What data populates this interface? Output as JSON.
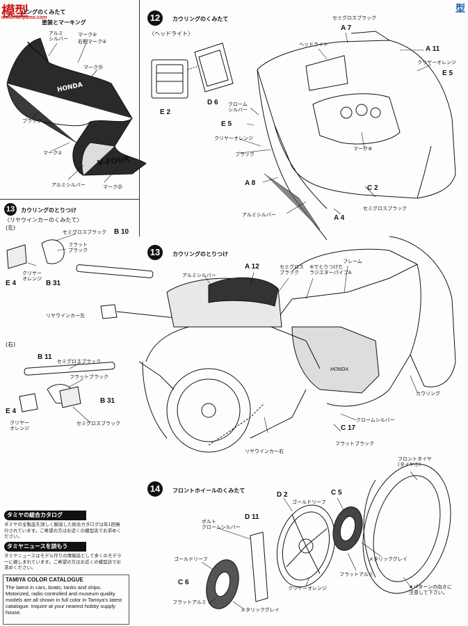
{
  "watermark": {
    "logo": "模型",
    "site": "www.hanyumo.com",
    "right_logo": "型"
  },
  "top_left": {
    "title": "リングのくみたて",
    "subtitle": "塗装とマーキング",
    "labels": {
      "alumi_silver": "アルミ\nシルバー",
      "mark4": "マーク④",
      "right_mark": "右側マーク④",
      "mark19": "マーク⑲",
      "black": "ブラック",
      "mark1": "マーク①",
      "alumi_silver2": "アルミシルバー",
      "mark25": "マーク㉕"
    },
    "fairing_text": {
      "honda": "HONDA",
      "vfour": "V-FOUR"
    }
  },
  "step12": {
    "number": "12",
    "title": "カウリングのくみたて",
    "headlight_title": "〈ヘッドライト〉",
    "labels": {
      "E2": "E 2",
      "D6": "D 6",
      "headlight": "ヘッドライト",
      "semigloss_black": "セミグロスブラック",
      "A7": "A 7",
      "A11": "A 11",
      "clear_orange": "クリヤーオレンジ",
      "E5_right": "E 5",
      "chrome_silver": "クローム\nシルバー",
      "E5_left": "E 5",
      "clear_orange2": "クリヤーオレンジ",
      "black": "ブラック",
      "mark8": "マーク⑧",
      "A8": "A 8",
      "alumi_silver": "アルミシルバー",
      "C2": "C 2",
      "semigloss_black2": "セミグロスブラック",
      "A4": "A 4"
    }
  },
  "step13_small": {
    "number": "13",
    "title": "カウリングのとりつけ",
    "subtitle": "〈リヤウインカーのくみたて〉",
    "left": "(左)",
    "right": "(右)",
    "left_labels": {
      "semigloss_black": "セミグロスブラック",
      "B10": "B 10",
      "flat_black": "フラット\nブラック",
      "clear_orange": "クリヤー\nオレンジ",
      "E4": "E 4",
      "B31": "B 31",
      "rear_winker_left": "リヤウインカー左"
    },
    "right_labels": {
      "B11": "B 11",
      "semigloss_black": "セミグロスブラック",
      "flat_black": "フラットブラック",
      "E4": "E 4",
      "B31": "B 31",
      "clear_orange": "クリヤー\nオレンジ",
      "semigloss_black2": "セミグロスブラック"
    }
  },
  "step13_main": {
    "number": "13",
    "title": "カウリングのとりつけ",
    "labels": {
      "alumi_silver": "アルミシルバー",
      "A12": "A 12",
      "semigloss_black": "セミグロス\nブラック",
      "radiator": "⑨でとりつけた\nラジエターパイプA",
      "frame": "フレーム",
      "cowling": "カウリング",
      "chrome_silver": "クロームシルバー",
      "C17": "C 17",
      "flat_black": "フラットブラック",
      "rear_winker_right": "リヤウインカー右",
      "engine_logo": "HONDA"
    }
  },
  "step14": {
    "number": "14",
    "title": "フロントホイールのくみたて",
    "labels": {
      "front_tire": "フロントタイヤ\n(タイヤ小)",
      "D2": "D 2",
      "C5": "C 5",
      "gold_leaf": "ゴールドリーフ",
      "bolt_chrome": "ボルト\nクロームシルバー",
      "D11": "D 11",
      "gold_leaf2": "ゴールドリーフ",
      "C6": "C 6",
      "flat_alumi": "フラットアルミ",
      "metallic_gray": "メタリックグレイ",
      "flat_alumi2": "フラットアルミ",
      "clear_orange": "クリヤーオレンジ",
      "metallic_gray2": "メタリックグレイ",
      "note": "★パターンの向きに\n注意して下さい。"
    }
  },
  "catalog": {
    "head1": "タミヤの総合カタログ",
    "body1": "タミヤの全製品を詳しく解説した総合カタログは年1回発行されています。ご希望の方はお近くの模型店でお求めください。",
    "head2": "タミヤニュースを読もう",
    "body2": "タミヤニュースはモデル作りの情報誌として多くのモデラーに親しまれています。ご希望の方はお近くの模型店でお求めください。",
    "eng_title": "TAMIYA COLOR CATALOGUE",
    "eng_body": "The latest in cars, boats, tanks and ships. Motorized, radio controlled and museum quality models are all shown in full color in Tamiya's latest catalogue. Inquire at your nearest hobby supply house."
  },
  "colors": {
    "ink": "#111111",
    "paper": "#fdfdfb",
    "logo_red": "#cc1d1d",
    "logo_blue": "#1b5aa8"
  }
}
